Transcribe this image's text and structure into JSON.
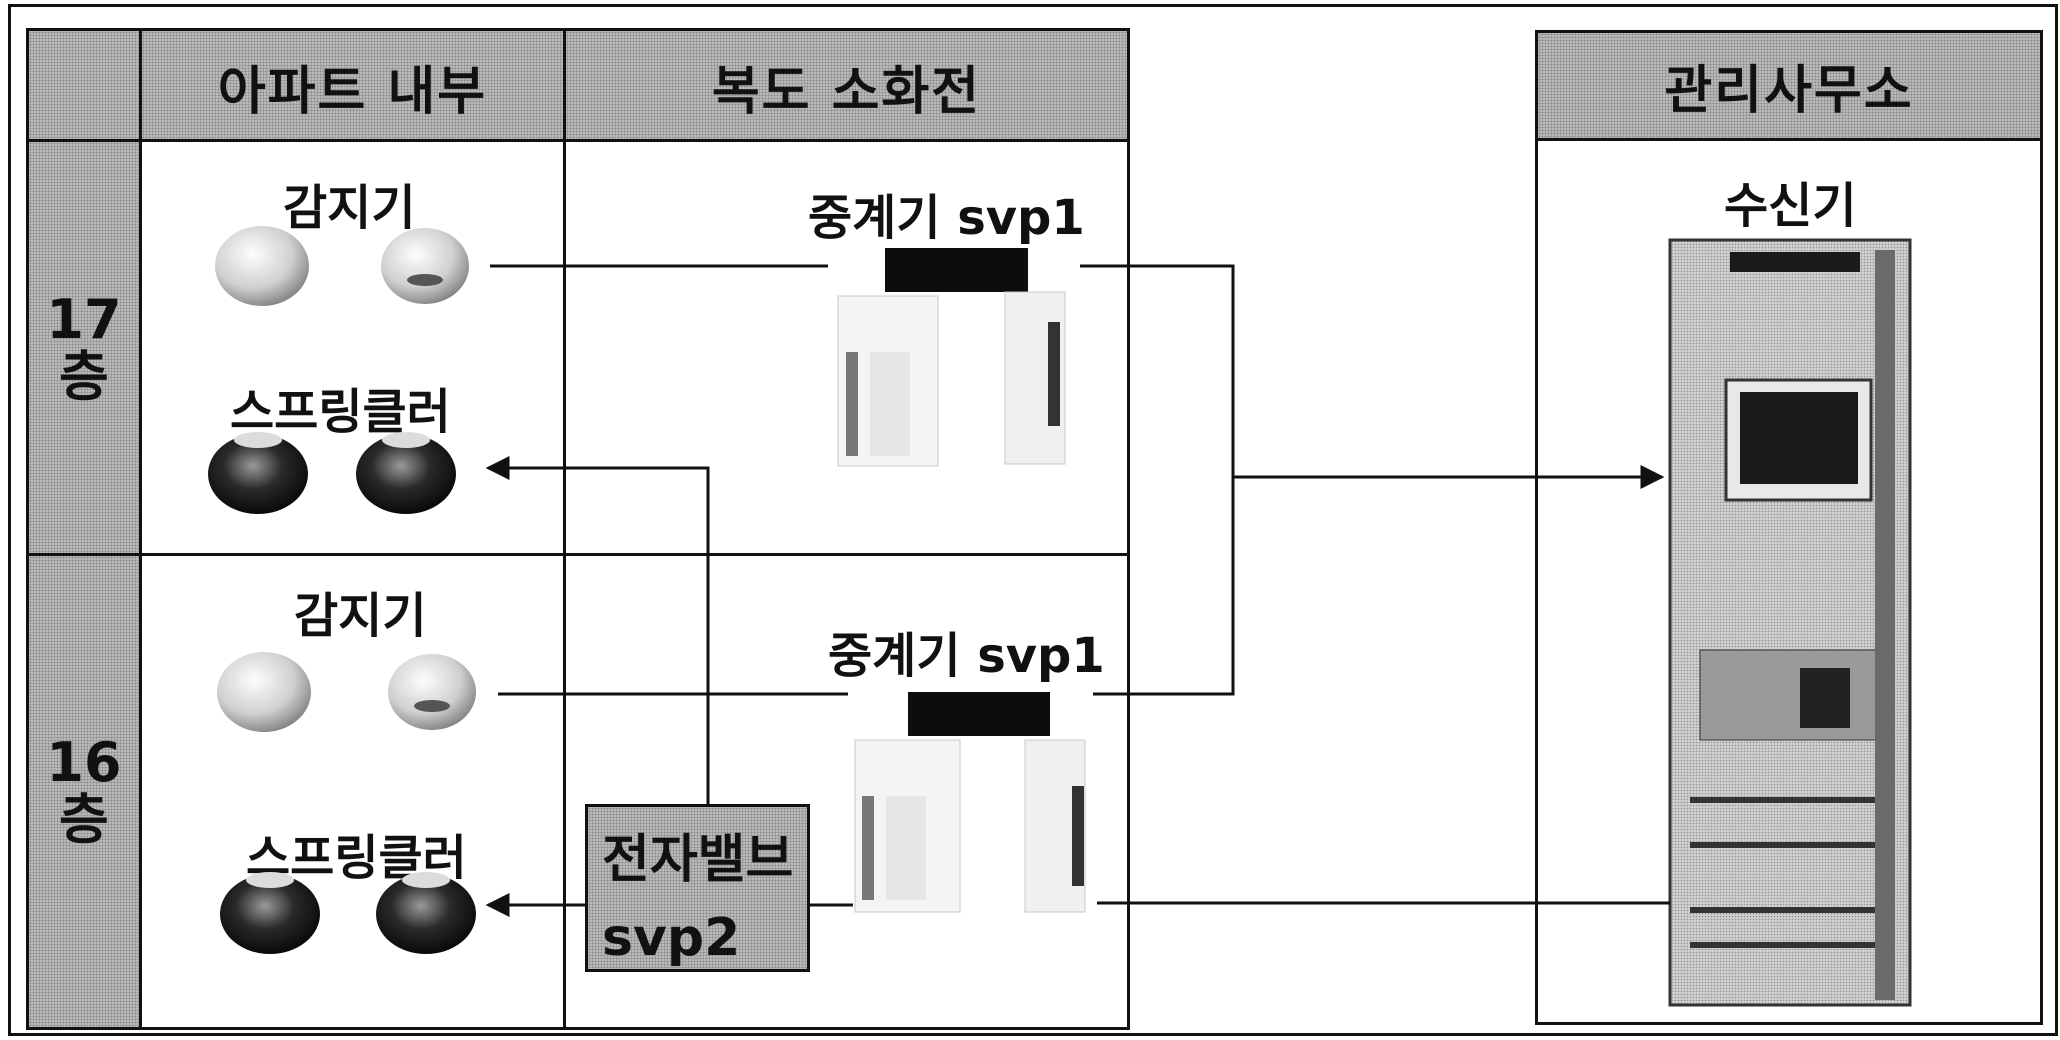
{
  "headers": {
    "apartment_inside": "아파트 내부",
    "corridor_hydrant": "복도 소화전",
    "management_office": "관리사무소"
  },
  "floors": [
    {
      "label_num": "17",
      "label_unit": "층",
      "detector_label": "감지기",
      "sprinkler_label": "스프링클러",
      "relay_label": "중계기 svp1"
    },
    {
      "label_num": "16",
      "label_unit": "층",
      "detector_label": "감지기",
      "sprinkler_label": "스프링클러",
      "relay_label": "중계기 svp1"
    }
  ],
  "valve": {
    "line1": "전자밸브",
    "line2": "svp2"
  },
  "receiver_label": "수신기",
  "colors": {
    "line": "#111111",
    "panel_gray": "#b9b9b9"
  }
}
